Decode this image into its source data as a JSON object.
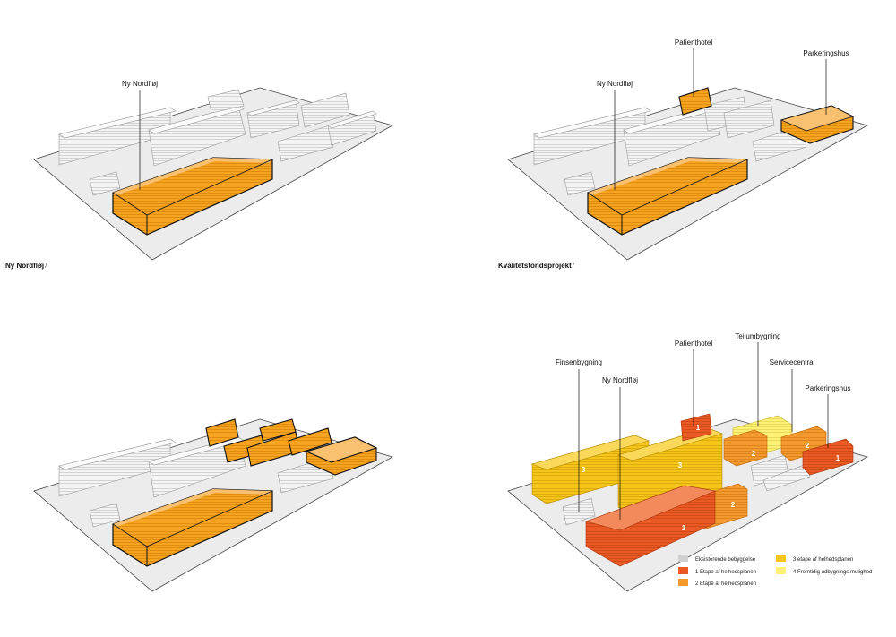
{
  "panels": {
    "p1": {
      "title": "Ny Nordfløj",
      "slash": "/",
      "labels": {
        "nordfloj": "Ny Nordfløj"
      }
    },
    "p2": {
      "title": "Kvalitetsfondsprojekt",
      "slash": "/",
      "labels": {
        "nordfloj": "Ny Nordfløj",
        "patienthotel": "Patienthotel",
        "parkeringshus": "Parkeringshus"
      }
    },
    "p3": {
      "title": ""
    },
    "p4": {
      "labels": {
        "finsen": "Finsenbygning",
        "nordfloj": "Ny Nordfløj",
        "patienthotel": "Patienthotel",
        "teilum": "Teilumbygning",
        "service": "Servicecentral",
        "parkeringshus": "Parkeringshus"
      },
      "numbers": {
        "one": "1",
        "two": "2",
        "three": "3"
      },
      "legend": [
        {
          "label": "Eksisterende bebyggelse",
          "color": "#d0d0d0"
        },
        {
          "label": "1 Etape af helhedsplanen",
          "color": "#ec5a24"
        },
        {
          "label": "2 Etape af helhedsplanen",
          "color": "#f3992d"
        },
        {
          "label": "3 etape af helhedsplanen",
          "color": "#f6c51a"
        },
        {
          "label": "4 Fremtidig udbygnings mulighed",
          "color": "#fff176"
        }
      ]
    }
  },
  "colors": {
    "new_building": "#f6a31f",
    "existing": "#f2f2f2",
    "ground": "#ececec",
    "stage1": "#ec5a24",
    "stage2": "#f3992d",
    "stage3": "#f6c51a",
    "stage4": "#fff176"
  }
}
